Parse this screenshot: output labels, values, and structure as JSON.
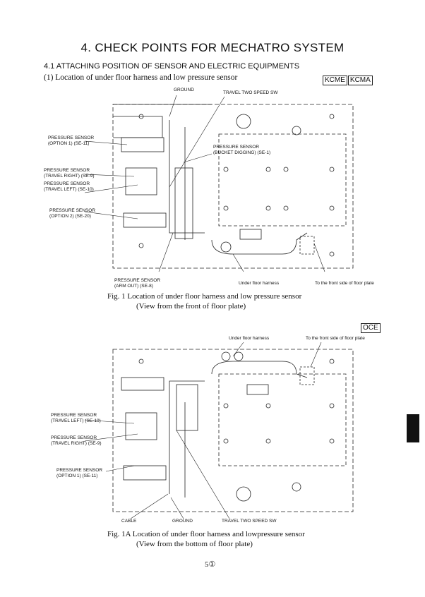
{
  "page": {
    "title": "4.   CHECK POINTS FOR MECHATRO SYSTEM",
    "section": "4.1  ATTACHING POSITION OF SENSOR AND ELECTRIC EQUIPMENTS",
    "subsection": "(1)   Location of under floor harness and low pressure sensor",
    "page_number": "5①"
  },
  "fig1": {
    "models": [
      "KCME",
      "KCMA"
    ],
    "labels": {
      "ground": "GROUND",
      "travel_sw": "TRAVEL TWO SPEED SW",
      "opt1_a": "PRESSURE SENSOR",
      "opt1_b": "(OPTION 1) (SE-11)",
      "bucket_a": "PRESSURE SENSOR",
      "bucket_b": "(BUCKET DIGGING) (SE-1)",
      "tr_a": "PRESSURE SENSOR",
      "tr_b": "(TRAVEL  RIGHT) (SE-9)",
      "tl_a": "PRESSURE SENSOR",
      "tl_b": "(TRAVEL  LEFT) (SE-10)",
      "opt2_a": "PRESSURE SENSOR",
      "opt2_b": "(OPTION 2) (SE-20)",
      "arm_a": "PRESSURE SENSOR",
      "arm_b": "(ARM OUT) (SE-8)",
      "harness": "Under floor harness",
      "front": "To the front side of floor plate"
    },
    "caption_1": "Fig. 1    Location of under floor harness and low pressure sensor",
    "caption_2": "(View from the front of floor plate)"
  },
  "fig1a": {
    "models": [
      "OCE"
    ],
    "labels": {
      "harness": "Under floor harness",
      "front": "To the front side of floor plate",
      "tl_a": "PRESSURE SENSOR",
      "tl_b": "(TRAVEL  LEFT) (SE-10)",
      "tr_a": "PRESSURE SENSOR",
      "tr_b": "(TRAVEL  RIGHT) (SE-9)",
      "opt1_a": "PRESSURE SENSOR",
      "opt1_b": "(OPTION 1) (SE-11)",
      "cable": "CABLE",
      "ground": "GROUND",
      "travel_sw": "TRAVEL TWO SPEED SW"
    },
    "caption_1": "Fig. 1A   Location of under floor harness and lowpressure sensor",
    "caption_2": "(View from the bottom of floor plate)"
  }
}
